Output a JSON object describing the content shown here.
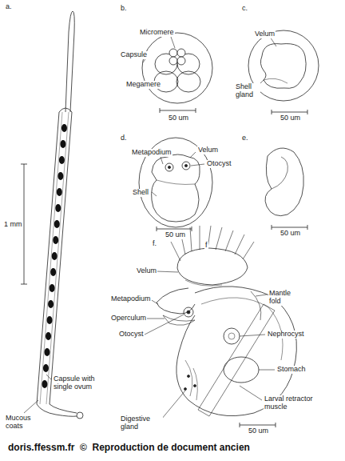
{
  "diagram": {
    "labels": [
      "a.",
      "b.",
      "c.",
      "Micromere",
      "Capsule",
      "Megamere",
      "50 um",
      "Velum",
      "Shell gland",
      "50 um",
      "d.",
      "Metapodium",
      "Velum",
      "Otocyst",
      "Shell",
      "50 um",
      "e.",
      "50 um",
      "1 mm",
      "f.",
      "f",
      "Velum",
      "Mantle fold",
      "Metapodium",
      "Operculum",
      "Otocyst",
      "Nephrocyst",
      "Capsule with single ovum",
      "Stomach",
      "Larval retractor muscle",
      "Mucous coats",
      "Digestive gland",
      "50 um",
      "doris.ffessm.fr  ©  Reproduction de document ancien"
    ]
  }
}
